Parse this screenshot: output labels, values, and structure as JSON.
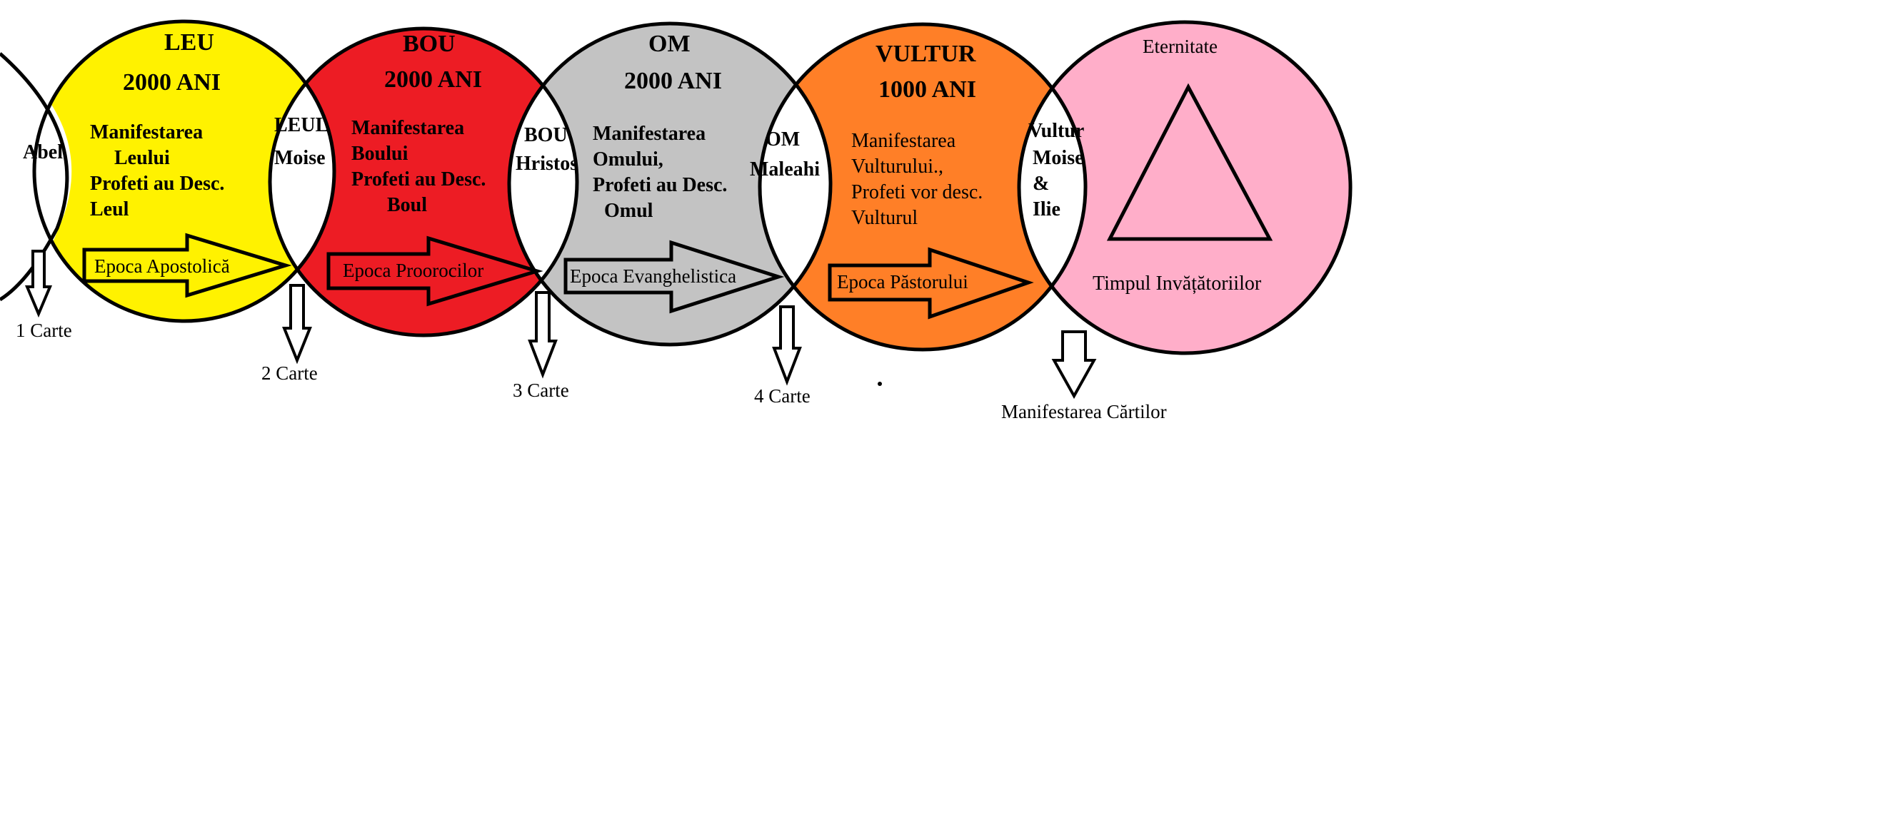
{
  "colors": {
    "leu": "#fff200",
    "bou": "#ed1c24",
    "om": "#c3c3c3",
    "vultur": "#ff7f27",
    "eternitate": "#ffaec9",
    "overlap": "#ffffff",
    "outline": "#000000",
    "highlight_red": "#ed1c24"
  },
  "circles": {
    "leu": {
      "name": "LEU",
      "years": "2000 ANI",
      "lines": [
        "Manifestarea",
        "Leului",
        "Profeti au Desc.",
        "Leul"
      ],
      "epoch": "Epoca Apostolică"
    },
    "bou": {
      "name": "BOU",
      "years": "2000 ANI",
      "lines": [
        "Manifestarea",
        "Boului",
        "Profeti au Desc.",
        "Boul"
      ],
      "epoch": "Epoca Proorocilor"
    },
    "om": {
      "name": "OM",
      "years": "2000 ANI",
      "lines": [
        "Manifestarea",
        "Omului,",
        "Profeti au Desc.",
        "Omul"
      ],
      "epoch": "Epoca Evanghelistica"
    },
    "vultur": {
      "name": "VULTUR",
      "years": "1000 ANI",
      "lines": [
        "Manifestarea",
        "Vulturului.,",
        "Profeti vor desc.",
        "Vulturul"
      ],
      "epoch": "Epoca Păstorului"
    },
    "eternitate": {
      "name": "Eternitate",
      "caption": "Timpul Invățătoriilor"
    }
  },
  "overlaps": {
    "abel": "Abel",
    "leul_moise": [
      "LEUL",
      "Moise"
    ],
    "bou_hristos": [
      "BOU",
      "Hristos"
    ],
    "om_maleahi": [
      "OM",
      "Maleahi"
    ],
    "vultur_moise_ilie": [
      "Vultur",
      "Moise",
      "&",
      "Ilie"
    ]
  },
  "books": [
    "1 Carte",
    "2 Carte",
    "3 Carte",
    "4 Carte",
    "Manifestarea Cărtilor"
  ]
}
